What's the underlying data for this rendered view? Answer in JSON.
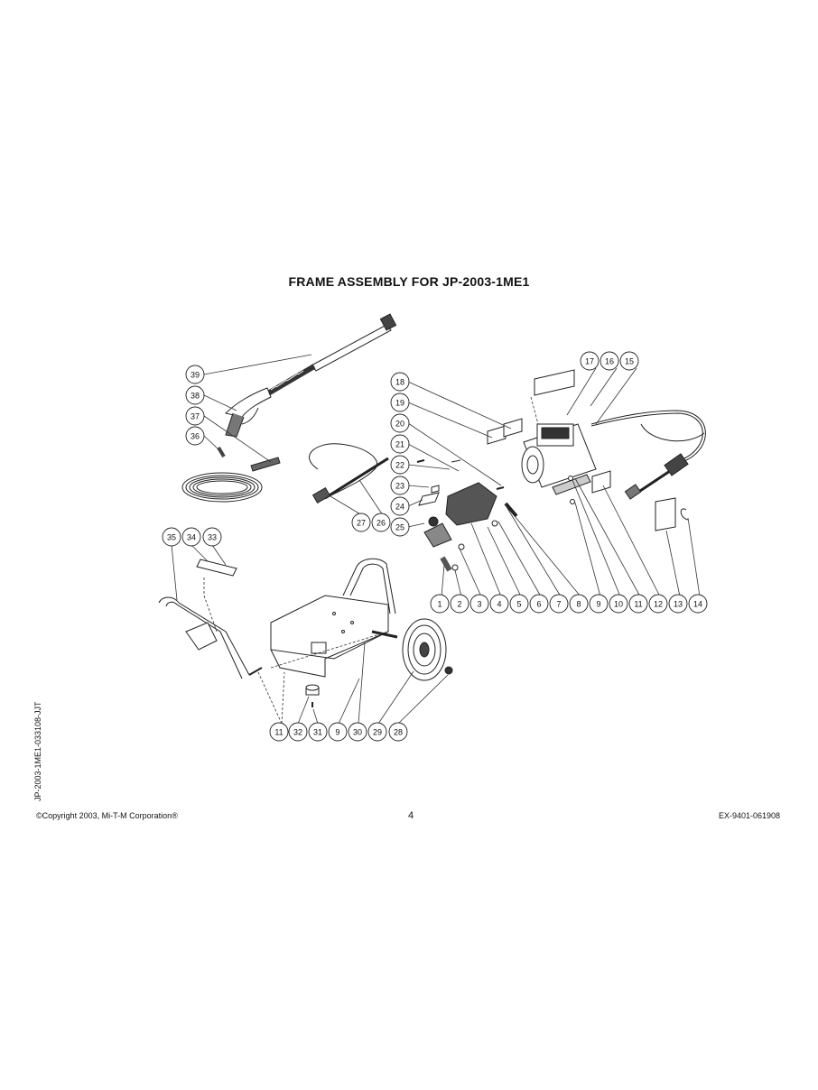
{
  "title": "FRAME ASSEMBLY FOR JP-2003-1ME1",
  "side_code": "JP-2003-1ME1-033108-JJT",
  "footer": {
    "copyright": "©Copyright 2003, Mi-T-M Corporation®",
    "page": "4",
    "doc_code": "EX-9401-061908"
  },
  "callouts": [
    "1",
    "2",
    "3",
    "4",
    "5",
    "6",
    "7",
    "8",
    "9",
    "10",
    "11",
    "12",
    "13",
    "14",
    "15",
    "16",
    "17",
    "18",
    "19",
    "20",
    "21",
    "22",
    "23",
    "24",
    "25",
    "26",
    "27",
    "28",
    "29",
    "30",
    "31",
    "32",
    "33",
    "34",
    "35",
    "36",
    "37",
    "38",
    "39"
  ]
}
